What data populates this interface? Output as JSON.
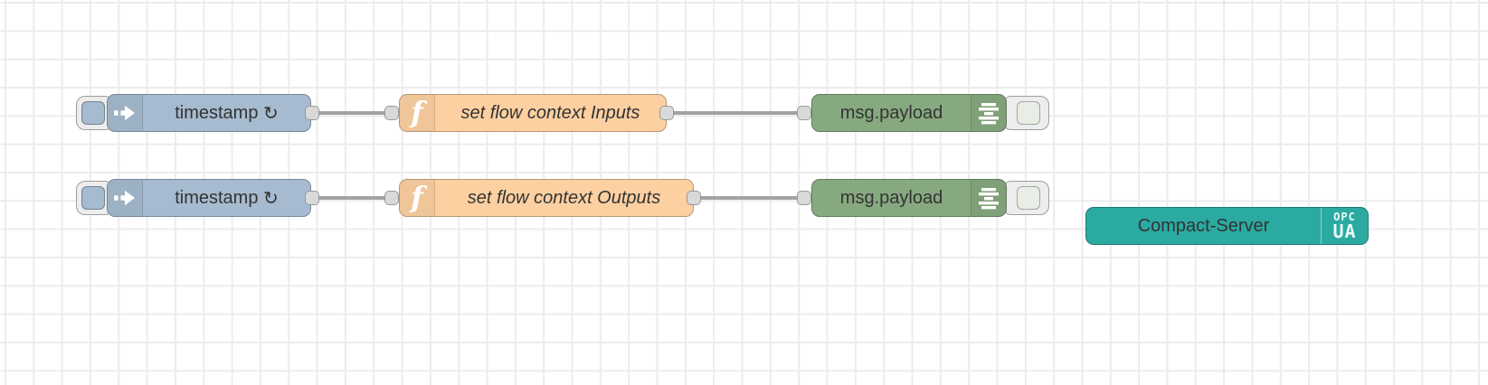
{
  "app": "node-red-flow-editor",
  "canvas": {
    "background_color": "#ffffff",
    "grid_color": "#ececec",
    "wire_color": "#a3a3a3",
    "port_color": "#d9d9d9",
    "button_housing_color": "#ededed"
  },
  "colors": {
    "inject": "#a6bbcf",
    "function": "#fdd0a2",
    "debug": "#87a980",
    "debug_button": "#e8eee6",
    "opcua_server": "#2baaa2",
    "label": "#333333"
  },
  "flows": [
    {
      "inject": {
        "label": "timestamp",
        "repeat_indicator": "↻"
      },
      "function": {
        "label": "set flow context Inputs"
      },
      "debug": {
        "label": "msg.payload"
      }
    },
    {
      "inject": {
        "label": "timestamp",
        "repeat_indicator": "↻"
      },
      "function": {
        "label": "set flow context Outputs"
      },
      "debug": {
        "label": "msg.payload"
      }
    }
  ],
  "server_node": {
    "label": "Compact-Server",
    "badge_line1": "OPC",
    "badge_line2": "UA"
  }
}
